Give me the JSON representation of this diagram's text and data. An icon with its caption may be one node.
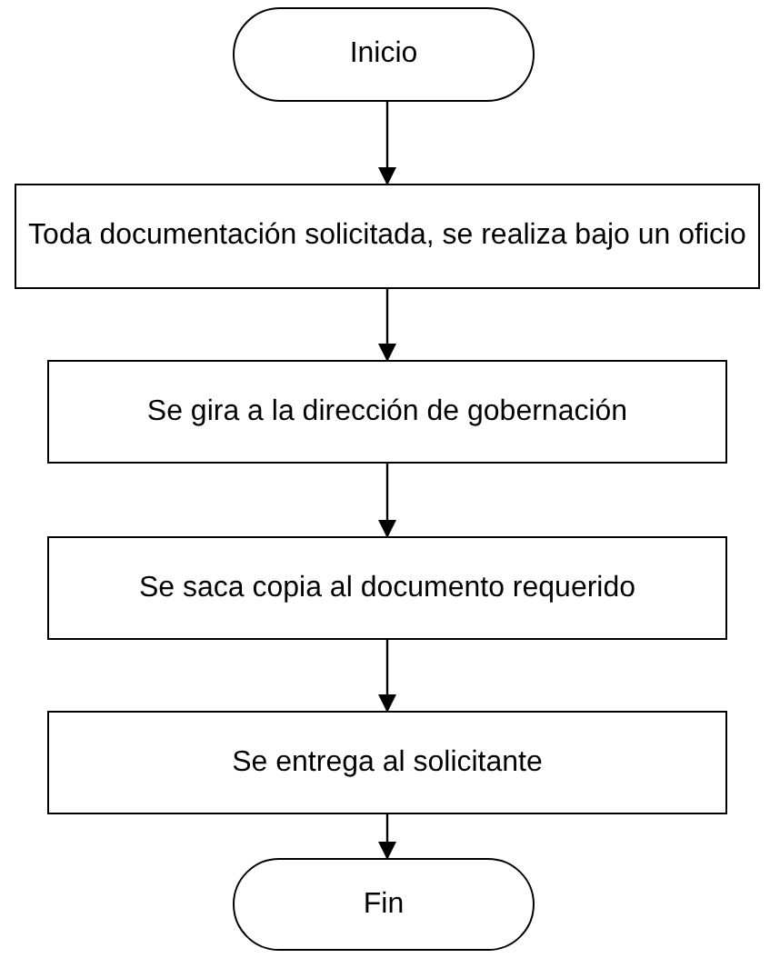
{
  "diagram": {
    "nodes": [
      {
        "text": [
          "Inicio"
        ]
      },
      {
        "text": [
          "Toda documentación solicitada, se realiza bajo un oficio"
        ]
      },
      {
        "text": [
          "Se gira a la dirección de gobernación"
        ]
      },
      {
        "text": [
          "Se saca copia al documento requerido"
        ]
      },
      {
        "text": [
          "Se entrega al solicitante"
        ]
      },
      {
        "text": [
          "Fin"
        ]
      }
    ],
    "edges": [
      {
        "from": 0,
        "to": 1,
        "arrow": "to"
      },
      {
        "from": 1,
        "to": 2,
        "arrow": "to"
      },
      {
        "from": 2,
        "to": 3,
        "arrow": "to"
      },
      {
        "from": 3,
        "to": 4,
        "arrow": "to"
      },
      {
        "from": 4,
        "to": 5,
        "arrow": "to"
      }
    ]
  }
}
